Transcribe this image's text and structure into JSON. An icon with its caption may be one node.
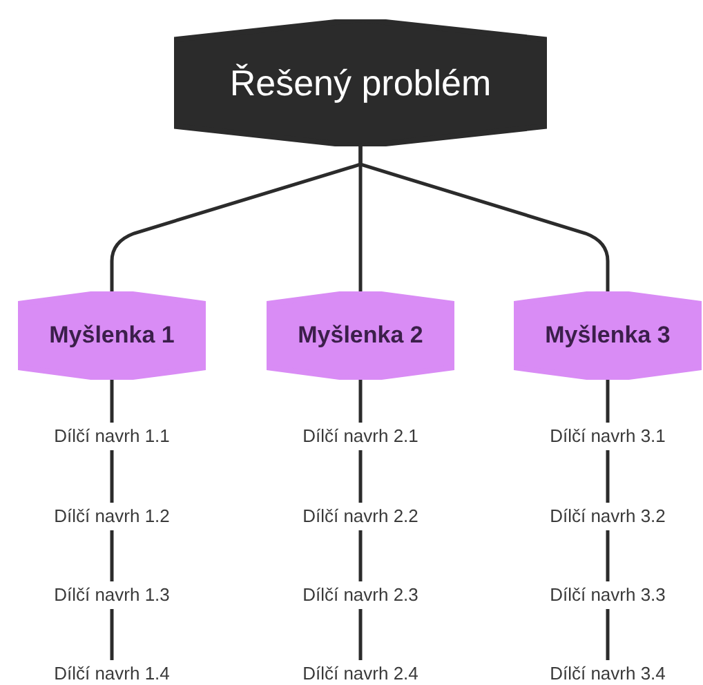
{
  "diagram": {
    "nodes": [
      {
        "text": [
          "Řešený problém"
        ]
      },
      {
        "text": [
          "Myšlenka 1"
        ]
      },
      {
        "text": [
          "Myšlenka 2"
        ]
      },
      {
        "text": [
          "Myšlenka 3"
        ]
      },
      {
        "text": [
          "Dílčí navrh 1.1"
        ]
      },
      {
        "text": [
          "Dílčí navrh 2.1"
        ]
      },
      {
        "text": [
          "Dílčí navrh 3.1"
        ]
      },
      {
        "text": [
          "Dílčí navrh 1.2"
        ]
      },
      {
        "text": [
          "Dílčí navrh 2.2"
        ]
      },
      {
        "text": [
          "Dílčí navrh 3.2"
        ]
      },
      {
        "text": [
          "Dílčí navrh 1.3"
        ]
      },
      {
        "text": [
          "Dílčí navrh 2.3"
        ]
      },
      {
        "text": [
          "Dílčí navrh 3.3"
        ]
      },
      {
        "text": [
          "Dílčí navrh 1.4"
        ]
      },
      {
        "text": [
          "Dílčí navrh 2.4"
        ]
      },
      {
        "text": [
          "Dílčí navrh 3.4"
        ]
      }
    ],
    "edges": [
      {
        "from": 0,
        "to": 1,
        "arrow": "none"
      },
      {
        "from": 0,
        "to": 2,
        "arrow": "none"
      },
      {
        "from": 0,
        "to": 3,
        "arrow": "none"
      },
      {
        "from": 1,
        "to": 4,
        "arrow": "none"
      },
      {
        "from": 4,
        "to": 7,
        "arrow": "none"
      },
      {
        "from": 7,
        "to": 10,
        "arrow": "none"
      },
      {
        "from": 10,
        "to": 13,
        "arrow": "none"
      },
      {
        "from": 2,
        "to": 5,
        "arrow": "none"
      },
      {
        "from": 5,
        "to": 8,
        "arrow": "none"
      },
      {
        "from": 8,
        "to": 11,
        "arrow": "none"
      },
      {
        "from": 11,
        "to": 14,
        "arrow": "none"
      },
      {
        "from": 3,
        "to": 6,
        "arrow": "none"
      },
      {
        "from": 6,
        "to": 9,
        "arrow": "none"
      },
      {
        "from": 9,
        "to": 12,
        "arrow": "none"
      },
      {
        "from": 12,
        "to": 15,
        "arrow": "none"
      }
    ]
  }
}
